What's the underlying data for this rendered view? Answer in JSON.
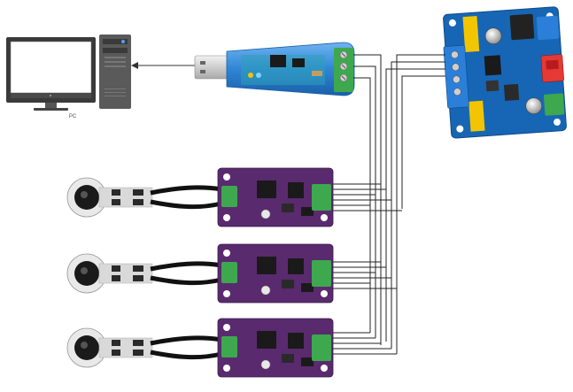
{
  "pc": {
    "label": "PC"
  },
  "colors": {
    "usb_adapter_blue": "#2f86d6",
    "controller_board_blue": "#1766b5",
    "sensor_board_purple": "#5a2a6e",
    "terminal_green": "#3ea84e",
    "power_switch_red": "#e53935",
    "connector_yellow": "#f2c500",
    "wire": "#222222"
  },
  "sensor_modules": [
    {
      "id": "sensor-1"
    },
    {
      "id": "sensor-2"
    },
    {
      "id": "sensor-3"
    }
  ]
}
